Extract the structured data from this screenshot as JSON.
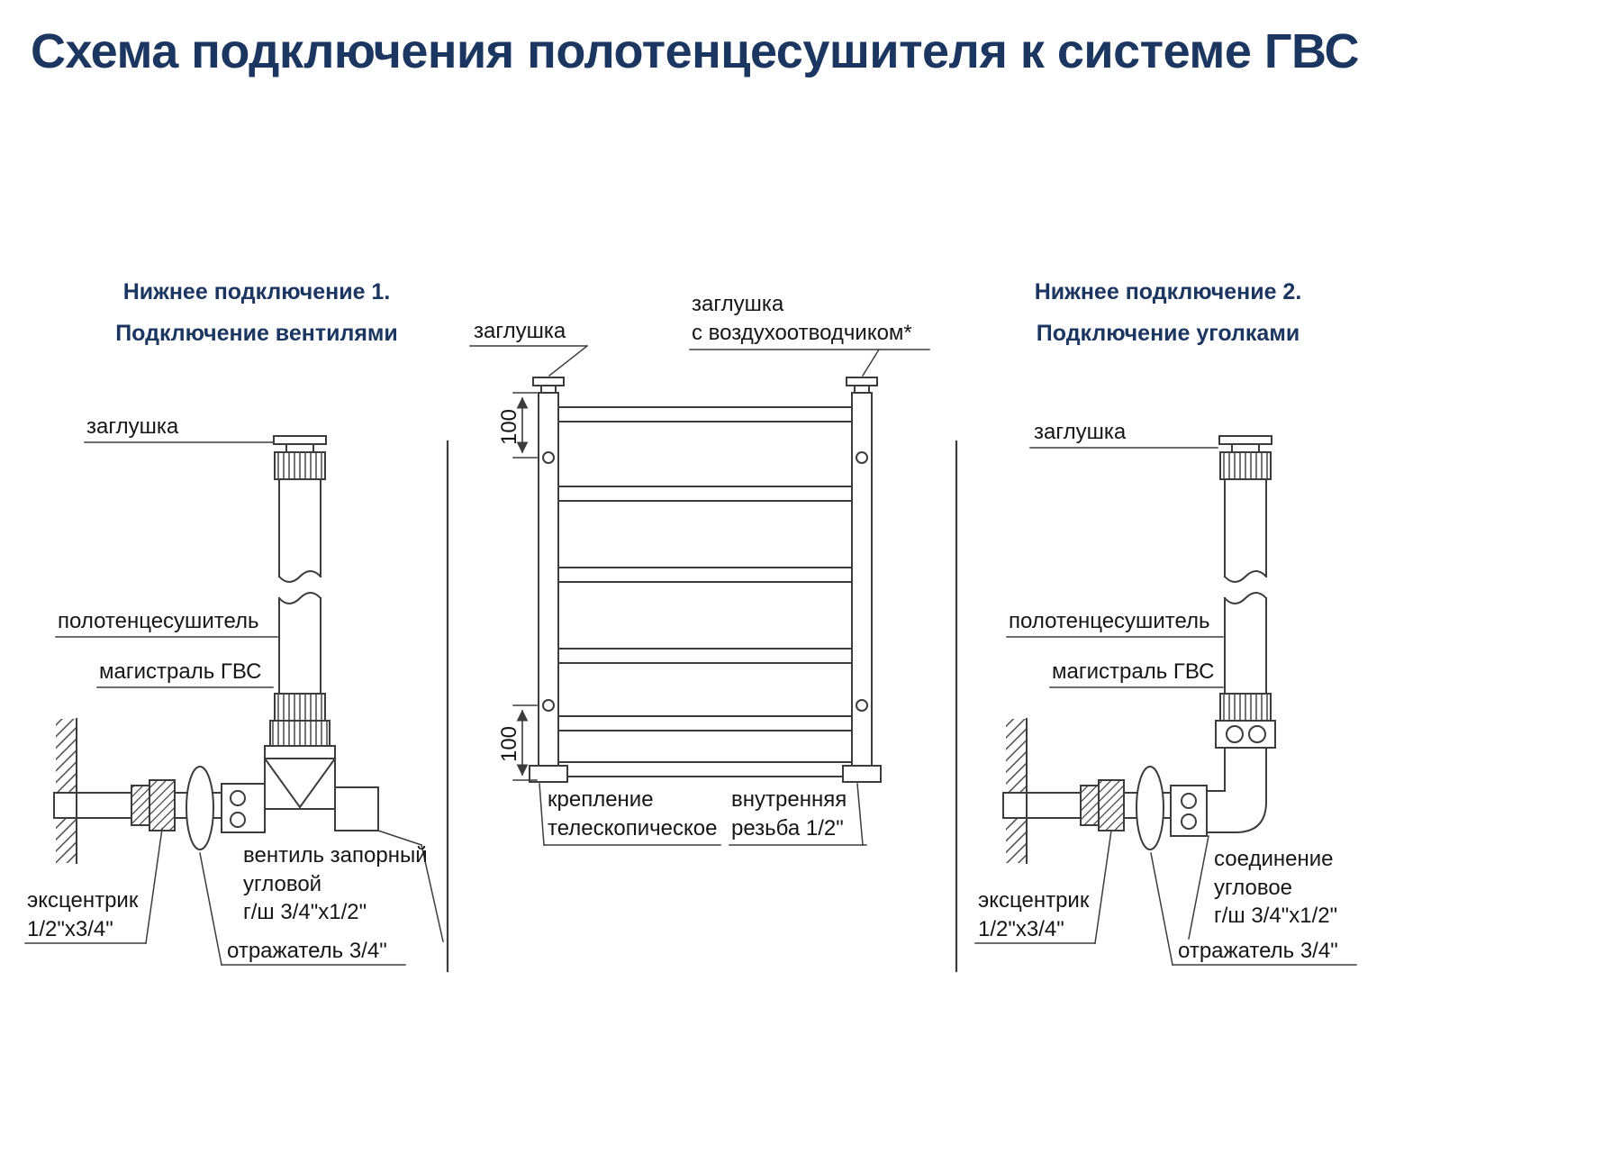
{
  "title": "Схема подключения полотенцесушителя к системе ГВС",
  "colors": {
    "heading": "#1b3660",
    "line": "#3c3c3c",
    "text": "#161616",
    "background": "#ffffff"
  },
  "left_section": {
    "heading_line1": "Нижнее подключение 1.",
    "heading_line2": "Подключение вентилями",
    "label_cap": "заглушка",
    "label_towel_rail": "полотенцесушитель",
    "label_hws_main": "магистраль ГВС",
    "label_valve": "вентиль запорный\nугловой\nг/ш 3/4\"x1/2\"",
    "label_eccentric": "эксцентрик\n1/2\"x3/4\"",
    "label_reflector": "отражатель 3/4\""
  },
  "center_section": {
    "label_cap": "заглушка",
    "label_cap_air_vent": "заглушка\nс воздухоотводчиком*",
    "dim_top": "100",
    "dim_bottom": "100",
    "label_mount": "крепление\nтелескопическое",
    "label_thread": "внутренняя\nрезьба 1/2\""
  },
  "right_section": {
    "heading_line1": "Нижнее подключение 2.",
    "heading_line2": "Подключение уголками",
    "label_cap": "заглушка",
    "label_towel_rail": "полотенцесушитель",
    "label_hws_main": "магистраль ГВС",
    "label_elbow": "соединение\nугловое\nг/ш 3/4\"x1/2\"",
    "label_eccentric": "эксцентрик\n1/2\"x3/4\"",
    "label_reflector": "отражатель 3/4\""
  }
}
